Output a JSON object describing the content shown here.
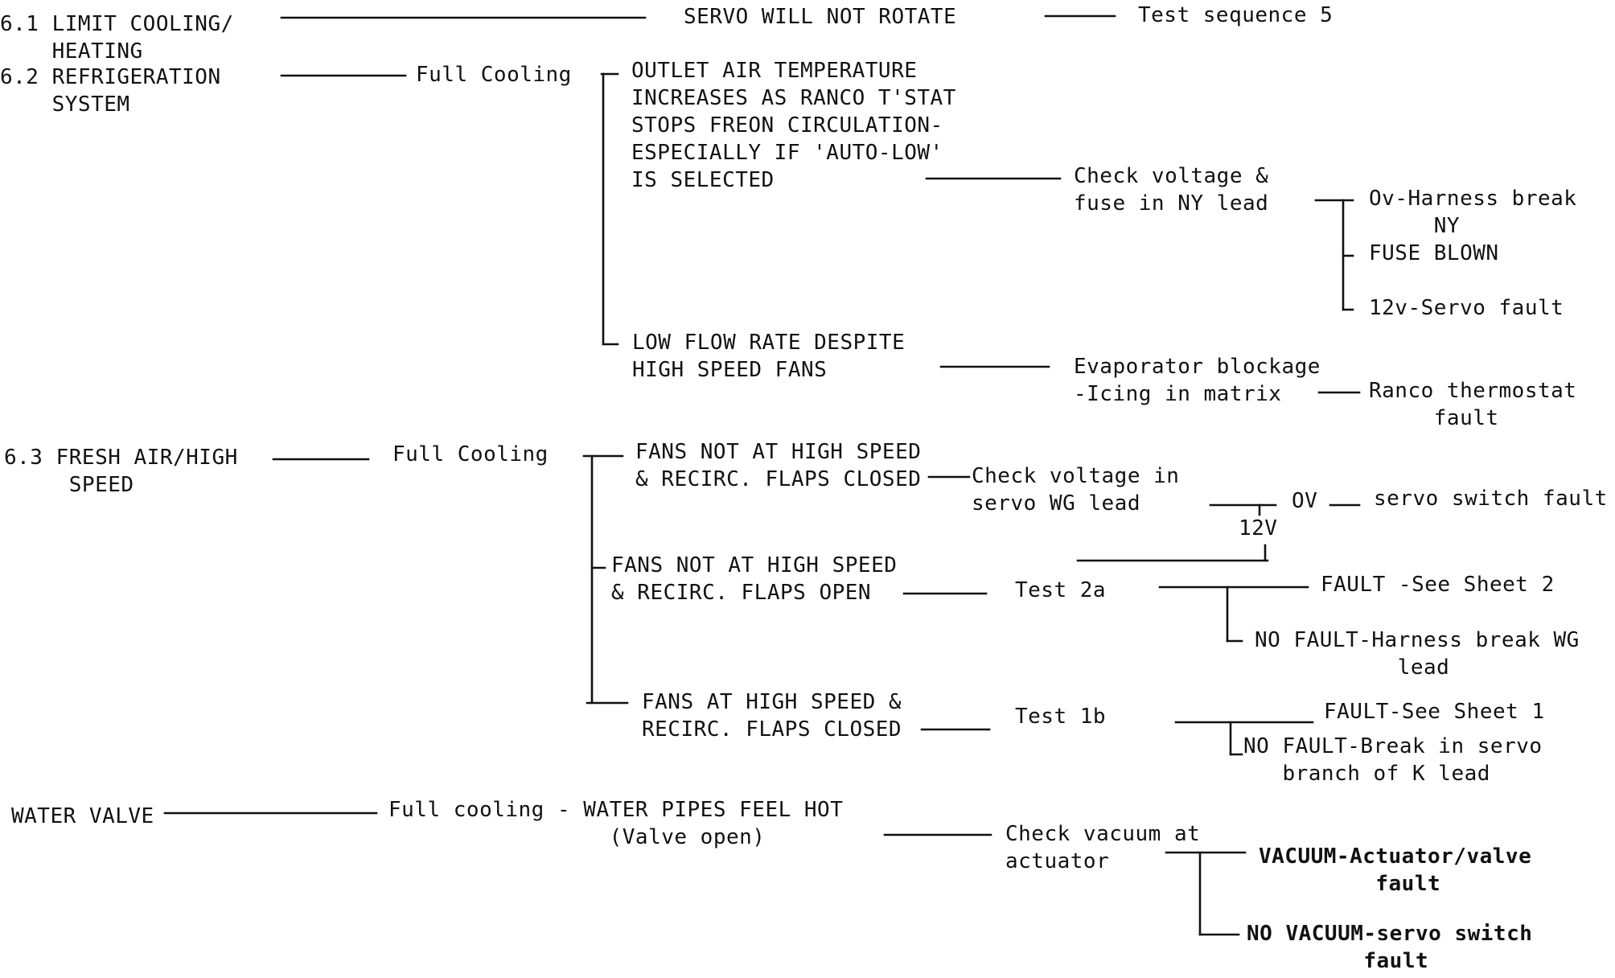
{
  "sections": [
    {
      "id": "6.1",
      "heading": "6.1 LIMIT COOLING/\n    HEATING",
      "symptom": "SERVO WILL NOT ROTATE",
      "action": "Test sequence 5"
    },
    {
      "id": "6.2",
      "heading": "6.2 REFRIGERATION\n    SYSTEM",
      "condition": "Full Cooling",
      "branches": [
        {
          "symptom": "OUTLET AIR TEMPERATURE\nINCREASES AS RANCO T'STAT\nSTOPS FREON CIRCULATION-\nESPECIALLY IF 'AUTO-LOW'\nIS SELECTED",
          "check": "Check voltage &\nfuse in NY lead",
          "results": [
            "Ov-Harness break\n     NY",
            "FUSE BLOWN",
            "12v-Servo fault"
          ]
        },
        {
          "symptom": "LOW FLOW RATE DESPITE\nHIGH SPEED FANS",
          "check": "Evaporator blockage\n-Icing in matrix",
          "results": [
            "Ranco thermostat\n     fault"
          ]
        }
      ]
    },
    {
      "id": "6.3",
      "heading": "6.3 FRESH AIR/HIGH\n     SPEED",
      "condition": "Full Cooling",
      "branches": [
        {
          "symptom": "FANS NOT AT HIGH SPEED\n& RECIRC. FLAPS CLOSED",
          "check": "Check voltage in\nservo WG lead",
          "results": [
            "OV",
            "servo switch fault",
            "12V"
          ]
        },
        {
          "symptom": "FANS NOT AT HIGH SPEED\n& RECIRC. FLAPS OPEN",
          "check": "Test 2a",
          "results": [
            "FAULT -See Sheet 2",
            "NO FAULT-Harness break WG\n           lead"
          ]
        },
        {
          "symptom": "FANS AT HIGH SPEED &\nRECIRC. FLAPS CLOSED",
          "check": "Test 1b",
          "results": [
            "FAULT-See Sheet 1",
            "NO FAULT-Break in servo\n   branch of K lead"
          ]
        }
      ]
    },
    {
      "id": "water",
      "heading": "WATER VALVE",
      "condition": "Full cooling - WATER PIPES FEEL HOT\n                 (Valve open)",
      "check": "Check vacuum at\nactuator",
      "results": [
        "VACUUM-Actuator/valve\n         fault",
        "NO VACUUM-servo switch\n         fault"
      ]
    }
  ]
}
